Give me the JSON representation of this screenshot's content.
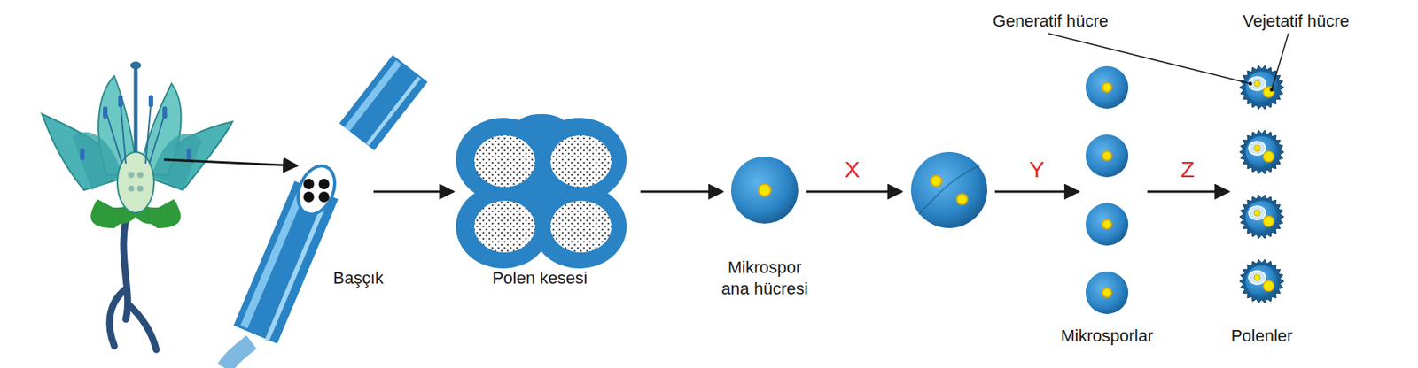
{
  "diagram": {
    "labels": [
      "Generatif hücre",
      "Vejetatif hücre",
      "X",
      "Y",
      "Z",
      "Başçık",
      "Polen kesesi",
      "Mikrospor ana hücresi",
      "Mikrosporlar",
      "Polenler"
    ]
  }
}
